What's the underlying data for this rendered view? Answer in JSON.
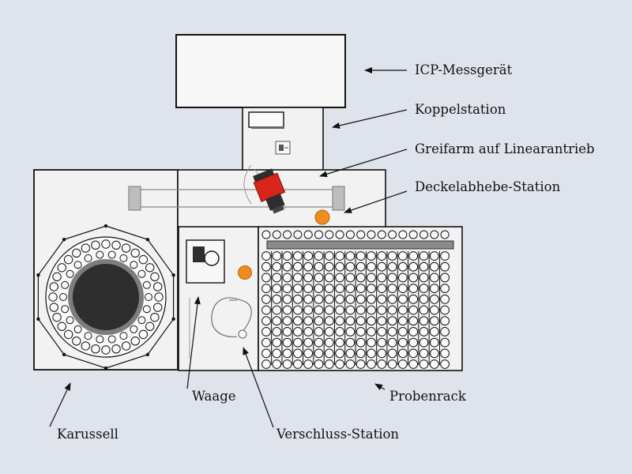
{
  "labels": {
    "icp": "ICP-Messgerät",
    "koppel": "Koppelstation",
    "greifarm": "Greifarm auf Linearantrieb",
    "deckel": "Deckelabhebe-Station",
    "karussell": "Karussell",
    "waage": "Waage",
    "verschluss": "Verschluss-Station",
    "probenrack": "Probenrack"
  },
  "colors": {
    "background": "#dfe3ec",
    "outline": "#111111",
    "panel": "#f2f2f2",
    "orange": "#f08c1e",
    "red": "#d8241a",
    "dark": "#2e2e2e",
    "grey": "#7d7d7d",
    "rail": "#bdbdbd"
  }
}
